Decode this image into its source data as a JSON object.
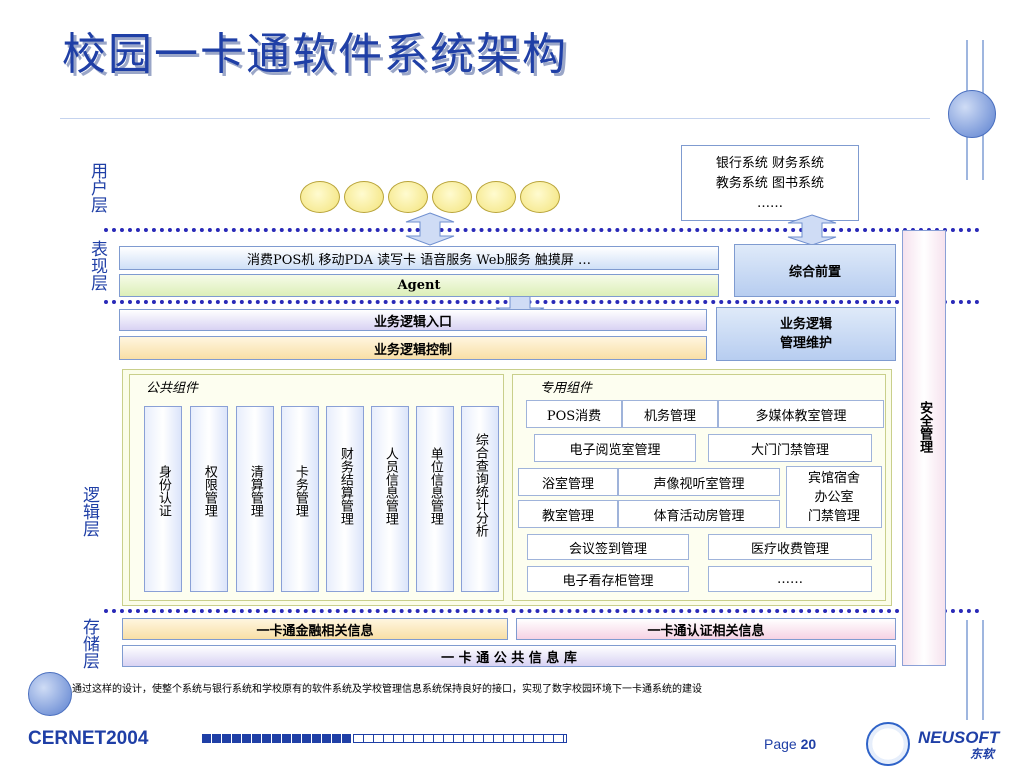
{
  "title": "校园一卡通软件系统架构",
  "layers": {
    "user": "用户层",
    "presentation": "表现层",
    "logic": "逻辑层",
    "storage": "存储层"
  },
  "external_systems": {
    "line1": "银行系统  财务系统",
    "line2": "教务系统  图书系统",
    "line3": "……"
  },
  "presentation": {
    "channels": "消费POS机    移动PDA    读写卡    语音服务    Web服务    触摸屏   …",
    "agent": "Agent",
    "front": "综合前置"
  },
  "business": {
    "entry": "业务逻辑入口",
    "control": "业务逻辑控制",
    "maintenance_line1": "业务逻辑",
    "maintenance_line2": "管理维护"
  },
  "security": "安全管理",
  "public_components": {
    "title": "公共组件",
    "items": [
      "身份认证",
      "权限管理",
      "清算管理",
      "卡务管理",
      "财务结算管理",
      "人员信息管理",
      "单位信息管理",
      "综合查询统计分析"
    ]
  },
  "special_components": {
    "title": "专用组件",
    "row1": [
      "POS消费",
      "机务管理",
      "多媒体教室管理"
    ],
    "row2": [
      "电子阅览室管理",
      "大门门禁管理"
    ],
    "row3": [
      "浴室管理",
      "声像视听室管理"
    ],
    "row4": [
      "教室管理",
      "体育活动房管理"
    ],
    "hotel": [
      "宾馆宿舍",
      "办公室",
      "门禁管理"
    ],
    "row5": [
      "会议签到管理",
      "医疗收费管理"
    ],
    "row6": [
      "电子看存柜管理",
      "……"
    ]
  },
  "storage": {
    "finance": "一卡通金融相关信息",
    "auth": "一卡通认证相关信息",
    "public_db": "一 卡 通 公 共 信 息 库"
  },
  "note": "通过这样的设计，使整个系统与银行系统和学校原有的软件系统及学校管理信息系统保持良好的接口，实现了数字校园环境下一卡通系统的建设",
  "footer": {
    "left_logo": "CERNET2004",
    "page_label": "Page",
    "page_number": "20",
    "brand": "NEUSOFT",
    "brand_cn": "东软"
  },
  "colors": {
    "title": "#1f3fa6",
    "dotted_line": "#2a2ab8",
    "accent": "#2f63c8"
  }
}
